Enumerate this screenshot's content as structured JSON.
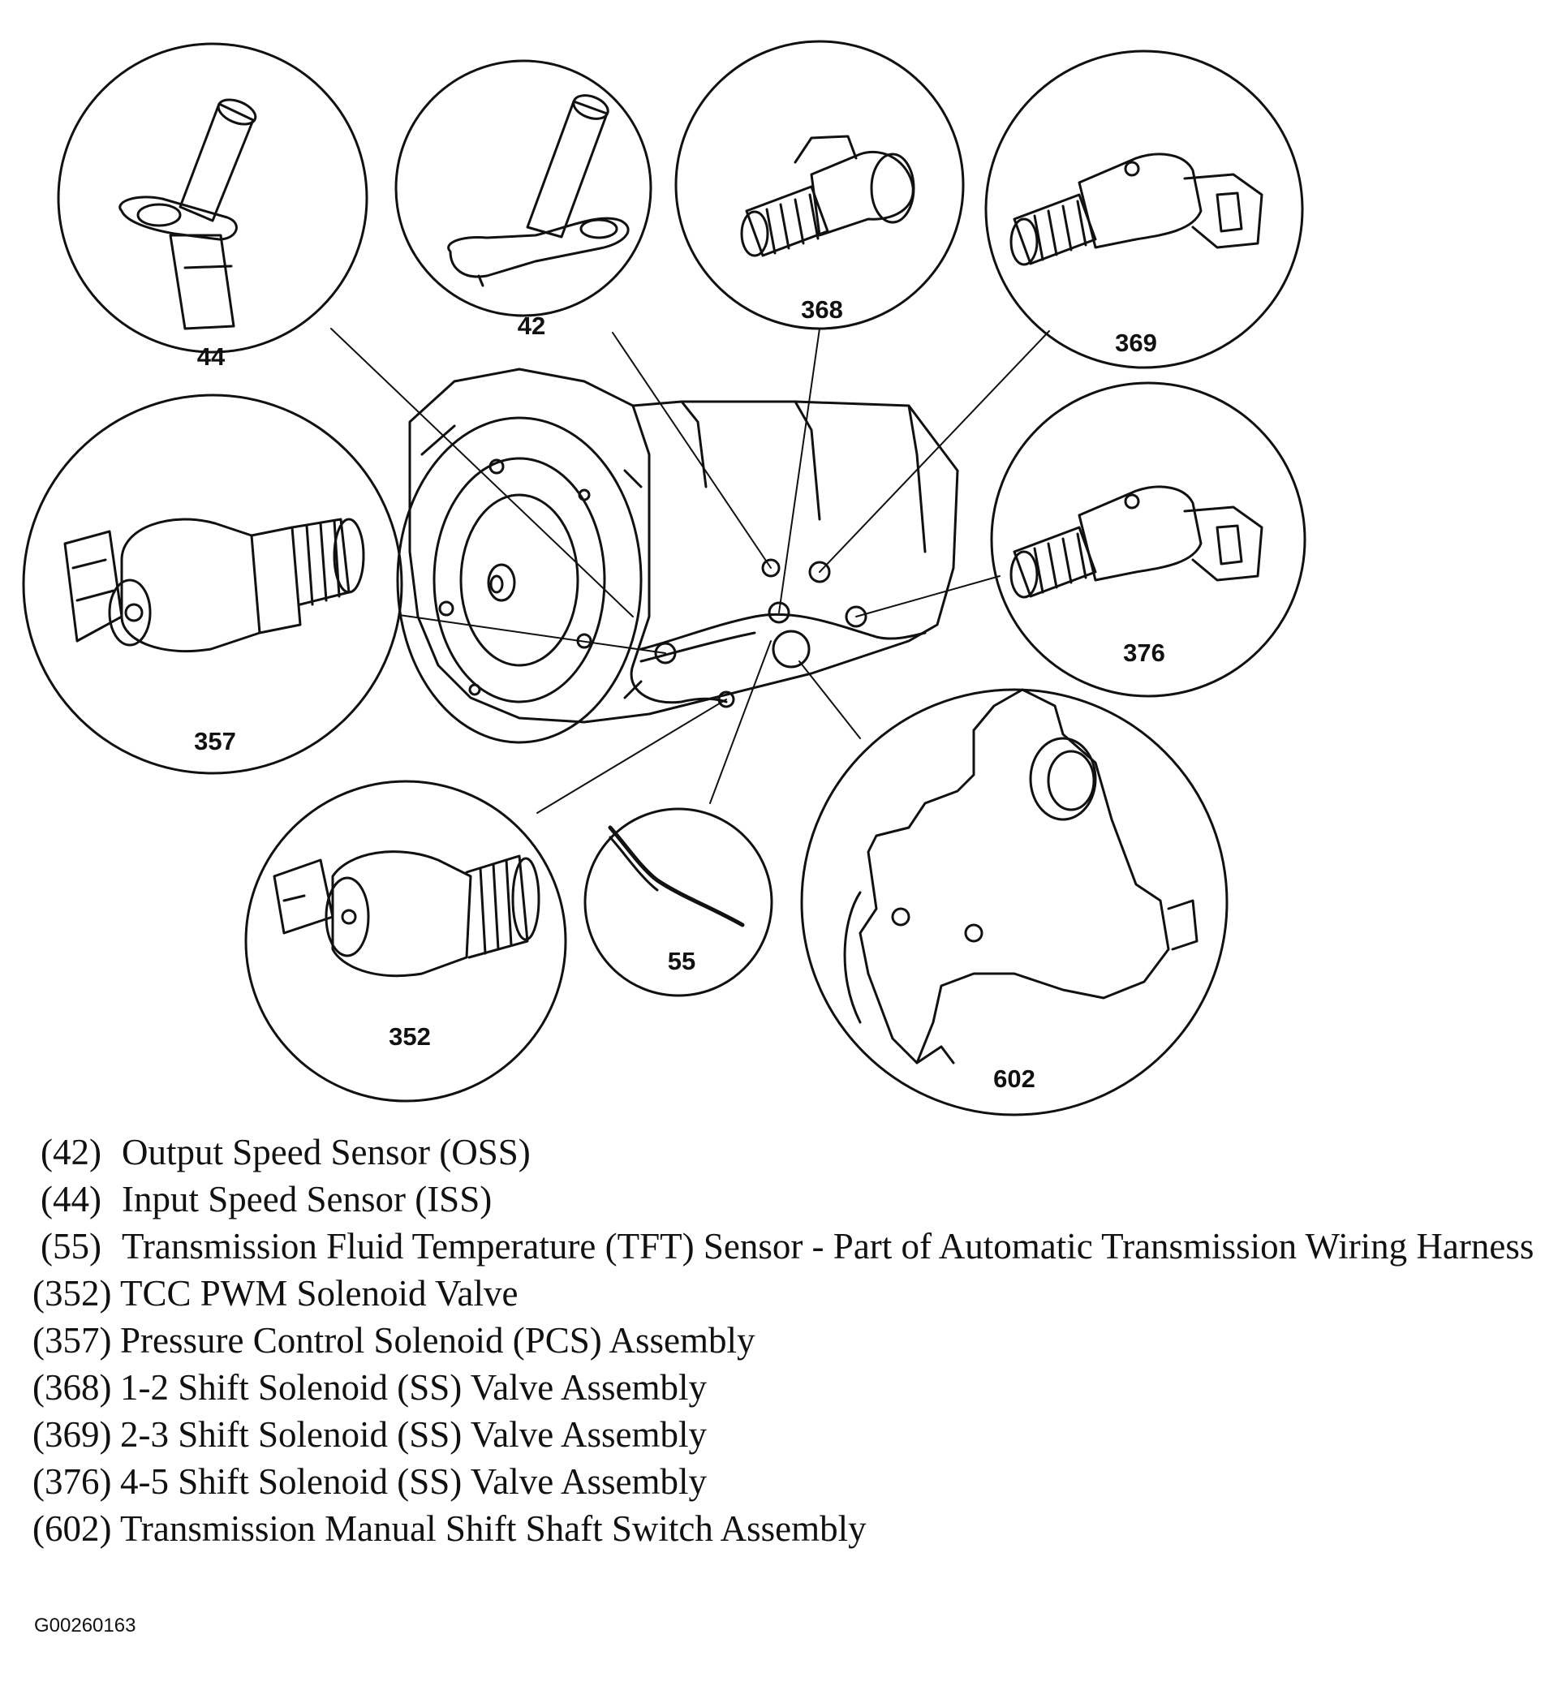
{
  "figure_id": "G00260163",
  "callouts": [
    {
      "id": "44",
      "label": "44"
    },
    {
      "id": "42",
      "label": "42"
    },
    {
      "id": "368",
      "label": "368"
    },
    {
      "id": "369",
      "label": "369"
    },
    {
      "id": "376",
      "label": "376"
    },
    {
      "id": "357",
      "label": "357"
    },
    {
      "id": "352",
      "label": "352"
    },
    {
      "id": "55",
      "label": "55"
    },
    {
      "id": "602",
      "label": "602"
    }
  ],
  "legend": [
    {
      "code": "(42)",
      "text": "Output Speed Sensor (OSS)"
    },
    {
      "code": "(44)",
      "text": "Input Speed Sensor (ISS)"
    },
    {
      "code": "(55)",
      "text": "Transmission Fluid Temperature (TFT) Sensor - Part of Automatic Transmission Wiring Harness"
    },
    {
      "code": "(352)",
      "text": "TCC PWM Solenoid Valve"
    },
    {
      "code": "(357)",
      "text": "Pressure Control Solenoid (PCS) Assembly"
    },
    {
      "code": "(368)",
      "text": "1-2 Shift Solenoid (SS) Valve Assembly"
    },
    {
      "code": "(369)",
      "text": "2-3 Shift Solenoid (SS) Valve Assembly"
    },
    {
      "code": "(376)",
      "text": "4-5 Shift Solenoid (SS) Valve Assembly"
    },
    {
      "code": "(602)",
      "text": "Transmission Manual Shift Shaft Switch Assembly"
    }
  ]
}
